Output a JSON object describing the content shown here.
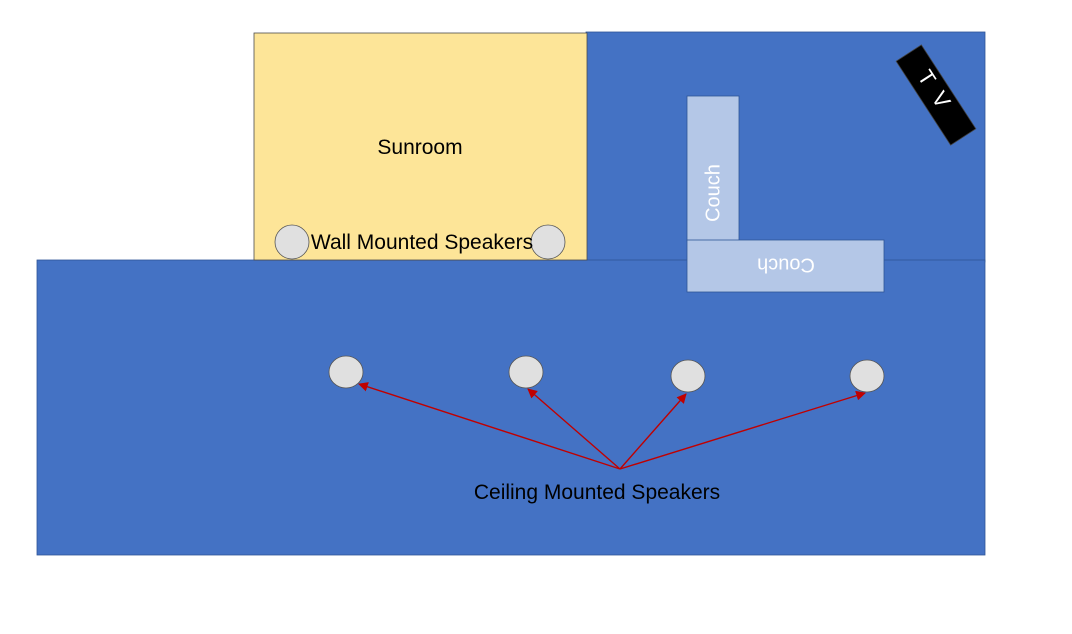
{
  "colors": {
    "living_room": "#4472C4",
    "sunroom": "#FDE598",
    "couch": "#B4C7E7",
    "tv": "#000000",
    "speaker": "#E0E0E0",
    "arrow": "#C00000"
  },
  "labels": {
    "sunroom": "Sunroom",
    "wall_speakers": "Wall Mounted Speakers",
    "ceiling_speakers": "Ceiling Mounted Speakers",
    "couch_vertical": "Couch",
    "couch_horizontal": "Couch",
    "tv": "TV"
  },
  "counts": {
    "wall_speakers": 2,
    "ceiling_speakers": 4
  }
}
